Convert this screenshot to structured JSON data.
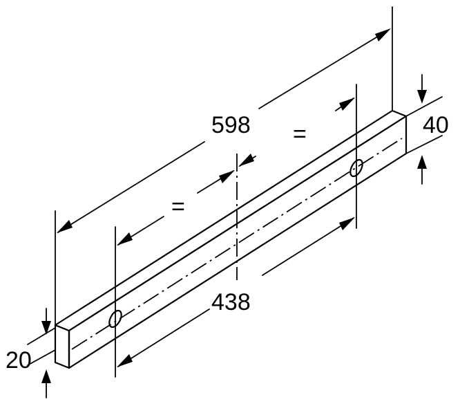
{
  "dimensions": {
    "length": "598",
    "hole_spacing": "438",
    "height": "40",
    "depth": "20",
    "equal_left": "=",
    "equal_right": "="
  }
}
